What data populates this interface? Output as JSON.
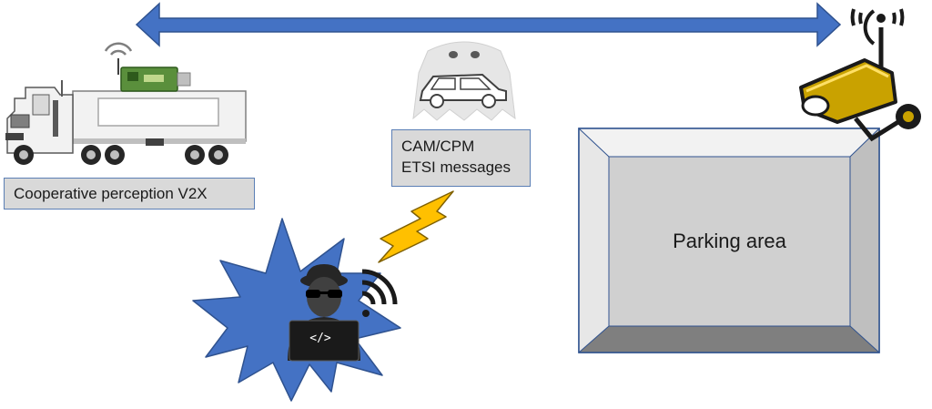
{
  "labels": {
    "v2x": "Cooperative perception V2X",
    "messages_line1": "CAM/CPM",
    "messages_line2": "ETSI messages",
    "parking": "Parking area",
    "code_tag": "</>"
  },
  "icons": {
    "arrow": "double-headed-arrow",
    "truck": "semi-truck-icon",
    "obu": "v2x-dongle-icon",
    "ghost_car": "ghost-car-icon",
    "camera": "roadside-camera-icon",
    "lightning": "lightning-icon",
    "burst": "explosion-burst",
    "hacker": "hacker-icon"
  },
  "colors": {
    "arrow": "#4472c4",
    "burst": "#4472c4",
    "lightning": "#ffc000",
    "camera": "#c9a200",
    "label_fill": "#d9d9d9",
    "parking_fill": "#d0d0d0",
    "parking_bevel_dark": "#7f7f7f"
  }
}
